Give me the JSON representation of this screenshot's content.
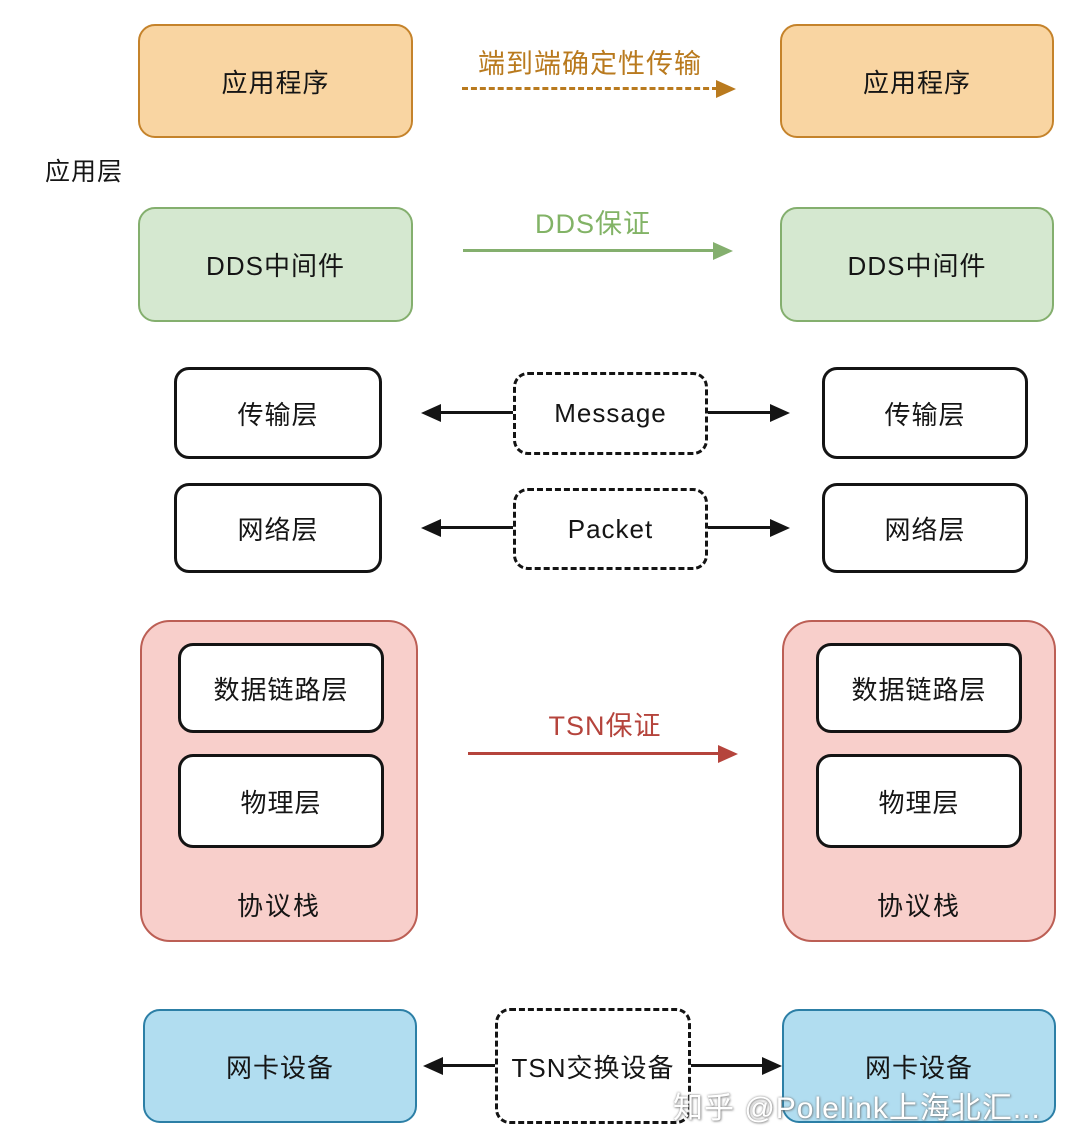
{
  "diagram": {
    "side_label": "应用层",
    "watermark": "知乎 @Polelink上海北汇...",
    "app": {
      "left": "应用程序",
      "right": "应用程序",
      "arrow_label": "端到端确定性传输"
    },
    "dds": {
      "left": "DDS中间件",
      "right": "DDS中间件",
      "arrow_label": "DDS保证"
    },
    "transport": {
      "left": "传输层",
      "right": "传输层",
      "center": "Message"
    },
    "network": {
      "left": "网络层",
      "right": "网络层",
      "center": "Packet"
    },
    "stack": {
      "arrow_label": "TSN保证",
      "left": {
        "datalink": "数据链路层",
        "physical": "物理层",
        "title": "协议栈"
      },
      "right": {
        "datalink": "数据链路层",
        "physical": "物理层",
        "title": "协议栈"
      }
    },
    "nic": {
      "left": "网卡设备",
      "right": "网卡设备",
      "center": "TSN交换设备"
    }
  },
  "colors": {
    "orange_fill": "#F9D5A2",
    "orange_stroke": "#C5832B",
    "orange_text": "#B97A1E",
    "green_fill": "#D5E8D0",
    "green_stroke": "#84AF6E",
    "green_text": "#82B366",
    "pink_fill": "#F8CFCB",
    "pink_stroke": "#BC5F55",
    "red_text": "#B5443C",
    "blue_fill": "#B1DDF0",
    "blue_stroke": "#2C7FA6",
    "line_black": "#141414"
  }
}
